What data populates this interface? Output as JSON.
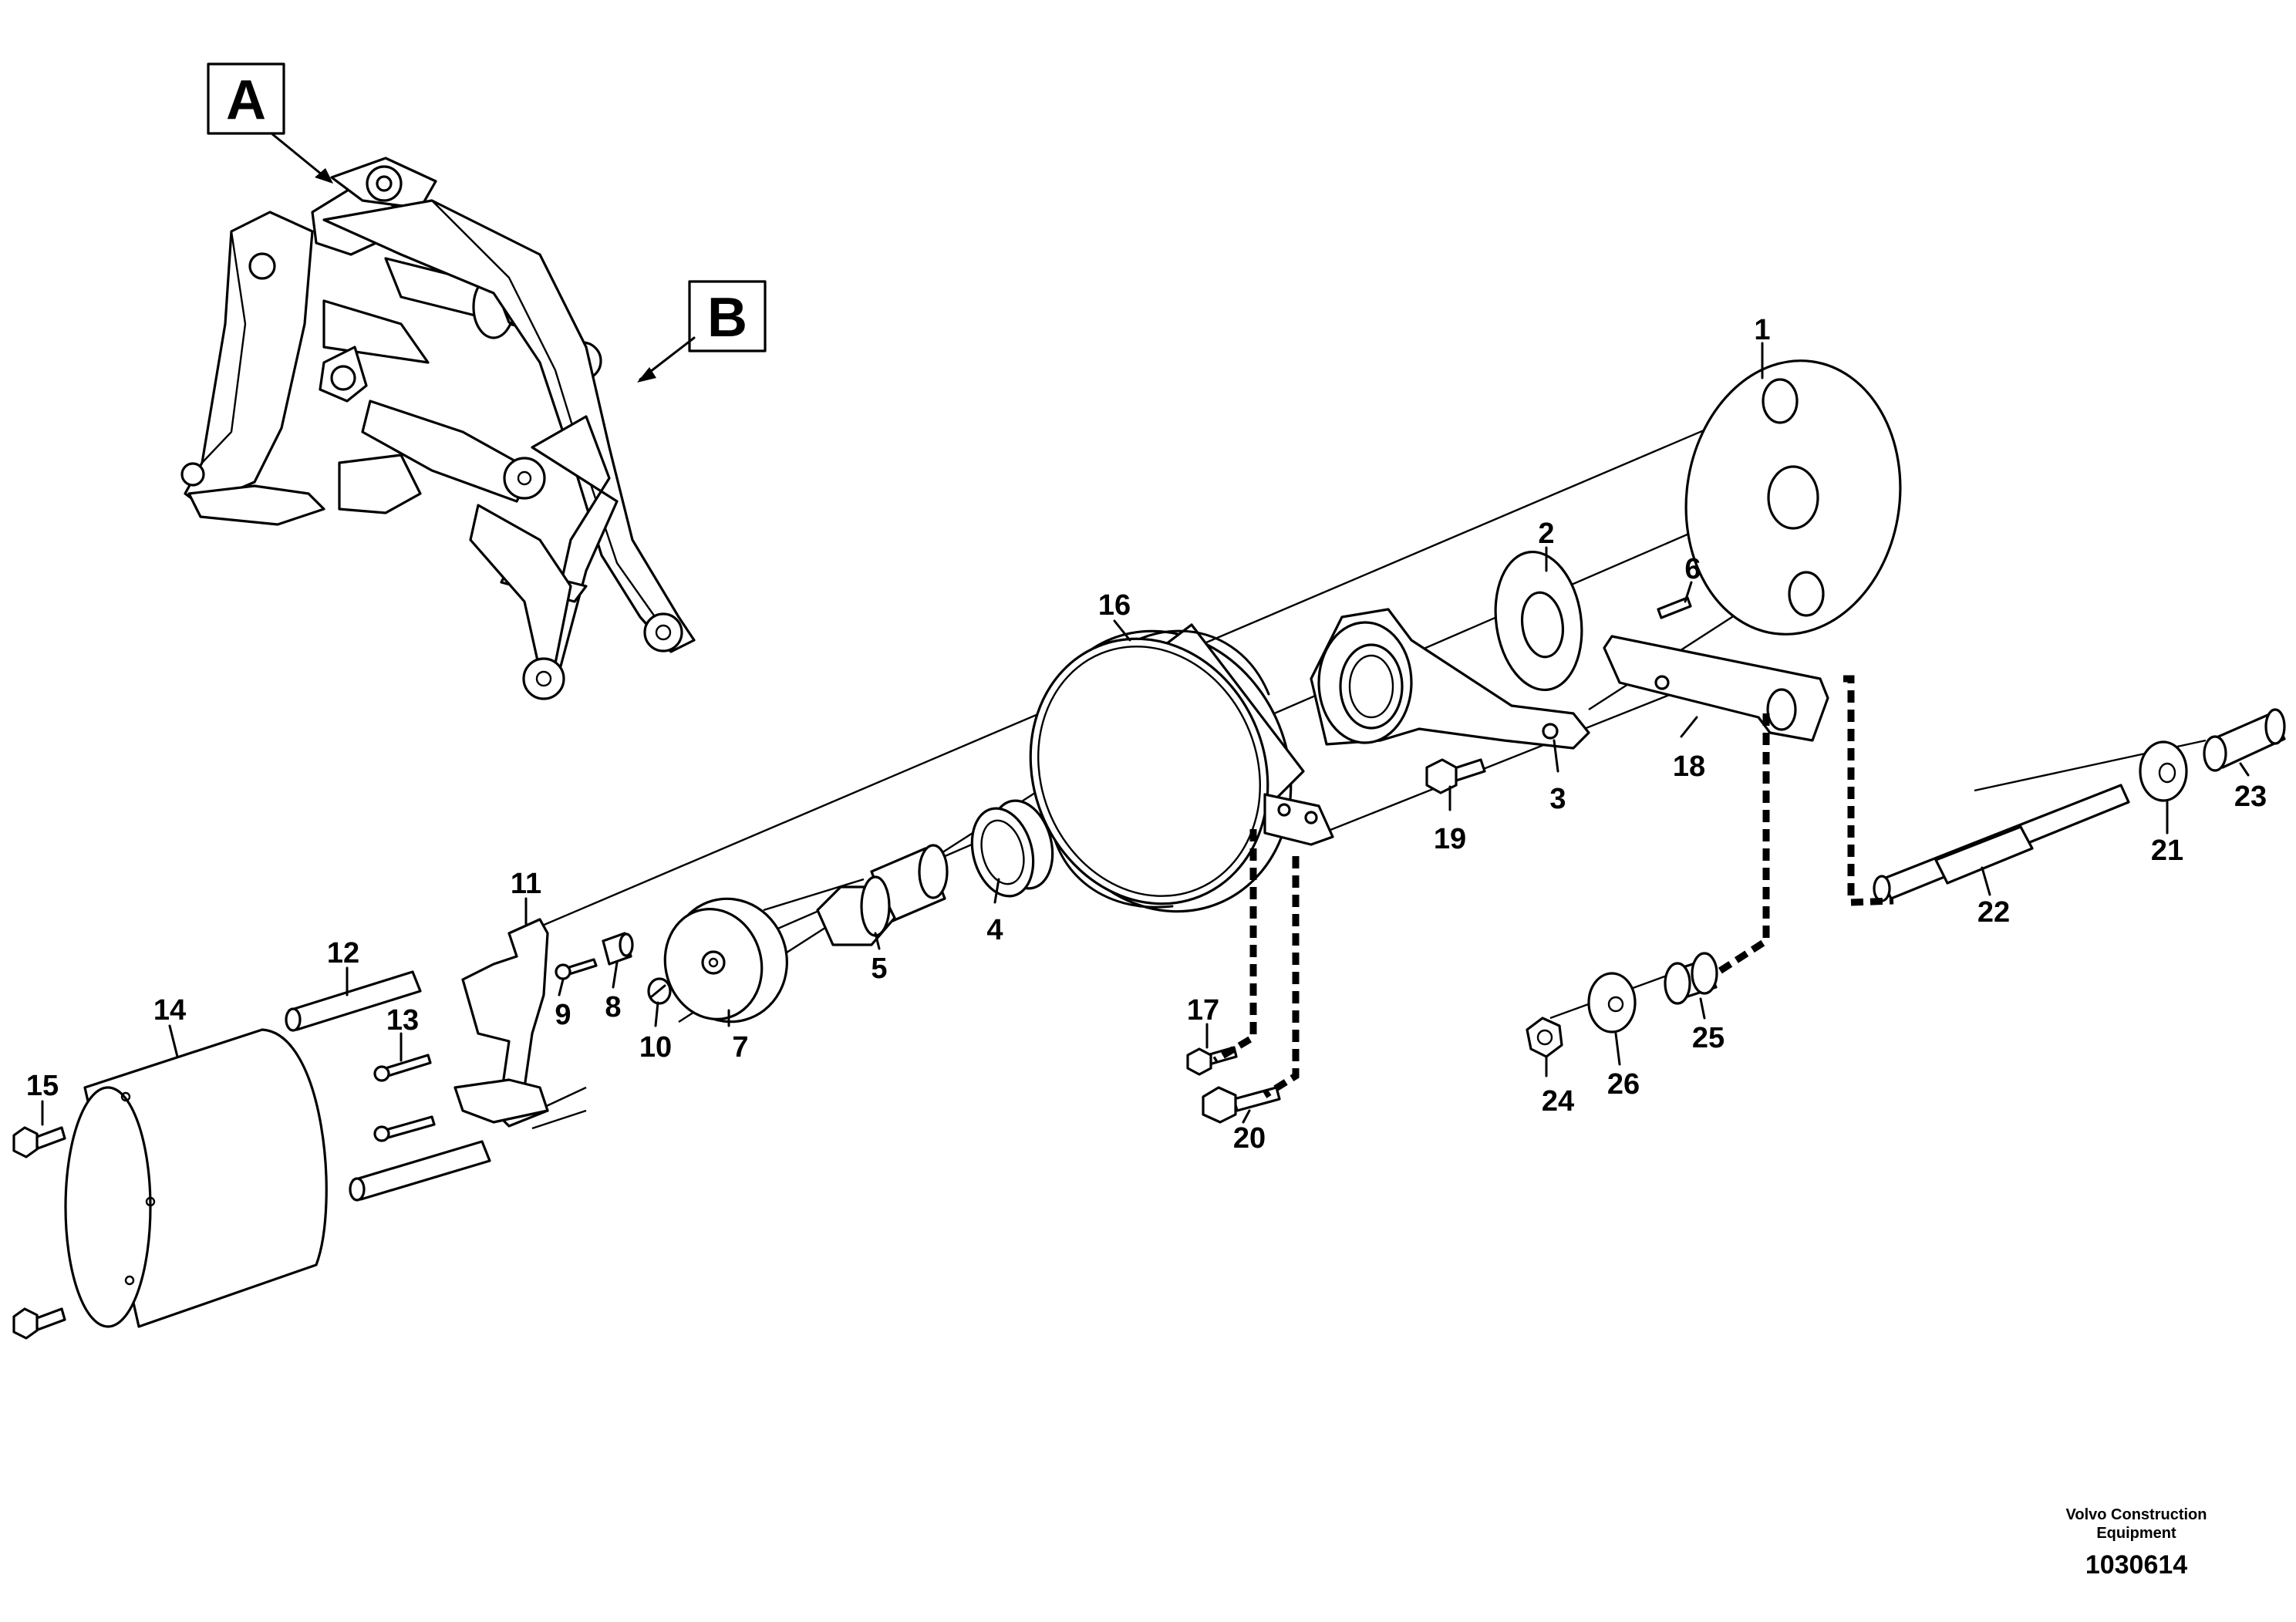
{
  "callouts": {
    "a": "A",
    "b": "B"
  },
  "parts": [
    "1",
    "2",
    "3",
    "4",
    "5",
    "6",
    "7",
    "8",
    "9",
    "10",
    "11",
    "12",
    "13",
    "14",
    "15",
    "16",
    "17",
    "18",
    "19",
    "20",
    "21",
    "22",
    "23",
    "24",
    "25",
    "26"
  ],
  "footer": {
    "company_line1": "Volvo Construction",
    "company_line2": "Equipment",
    "figure_number": "1030614"
  }
}
